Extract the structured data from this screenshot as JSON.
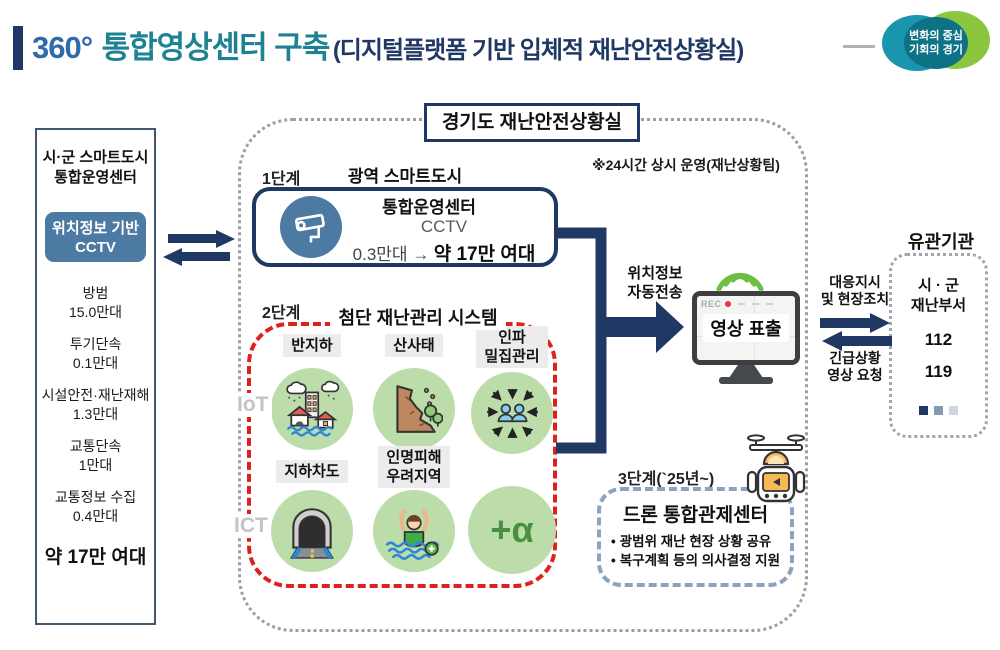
{
  "colors": {
    "navy": "#1f3864",
    "teal_title": "#1f8292",
    "blue_360": "#2e6ba8",
    "steel_blue": "#4d7aa2",
    "red_dashed": "#e0201c",
    "green_circle": "#bcdcaa",
    "green_dark": "#4a8f3f",
    "wifi_green": "#6cbe45",
    "stage3_dashed": "#8aa3c0",
    "logo_teal": "#1996ae",
    "logo_green": "#8cc63e"
  },
  "header": {
    "title_360": "360°",
    "title_main": "통합영상센터 구축",
    "title_paren": "(디지털플랫폼 기반 입체적 재난안전상황실)",
    "logo_line1": "변화의 중심",
    "logo_line2": "기회의 경기"
  },
  "left_panel": {
    "title_line1": "시·군 스마트도시",
    "title_line2": "통합운영센터",
    "badge_line1": "위치정보 기반",
    "badge_line2": "CCTV",
    "items": [
      {
        "name": "방범",
        "count": "15.0만대"
      },
      {
        "name": "투기단속",
        "count": "0.1만대"
      },
      {
        "name": "시설안전·재난재해",
        "count": "1.3만대"
      },
      {
        "name": "교통단속",
        "count": "1만대"
      },
      {
        "name": "교통정보 수집",
        "count": "0.4만대"
      }
    ],
    "total": "약 17만 여대"
  },
  "center": {
    "room_title": "경기도 재난안전상황실",
    "note": "※24시간 상시 운영(재난상황팀)",
    "stage1": {
      "label": "1단계",
      "heading_line1": "광역 스마트도시",
      "heading_line2": "통합운영센터",
      "sub": "CCTV",
      "count_from": "0.3만대 →",
      "count_to": "약 17만 여대"
    },
    "stage2": {
      "label": "2단계",
      "title": "첨단 재난관리 시스템",
      "iot_label": "IoT",
      "ict_label": "ICT",
      "cells": [
        {
          "lines": [
            "반지하"
          ]
        },
        {
          "lines": [
            "산사태"
          ]
        },
        {
          "lines": [
            "인파",
            "밀집관리"
          ]
        },
        {
          "lines": [
            "지하차도"
          ]
        },
        {
          "lines": [
            "인명피해",
            "우려지역"
          ]
        }
      ],
      "plus_alpha": "+α"
    },
    "transfer_line1": "위치정보",
    "transfer_line2": "자동전송",
    "monitor": {
      "rec": "REC",
      "label": "영상 표출"
    },
    "stage3": {
      "label": "3단계(`25년~)",
      "title": "드론 통합관제센터",
      "bullet": "•",
      "bullets": [
        "광범위 재난 현장 상황 공유",
        "복구계획 등의 의사결정 지원"
      ]
    }
  },
  "right_panel": {
    "title": "유관기관",
    "org1_line1": "시 · 군",
    "org1_line2": "재난부서",
    "org2": "112",
    "org3": "119",
    "out_line1": "대응지시",
    "out_line2": "및 현장조치",
    "in_line1": "긴급상황",
    "in_line2": "영상 요청"
  }
}
